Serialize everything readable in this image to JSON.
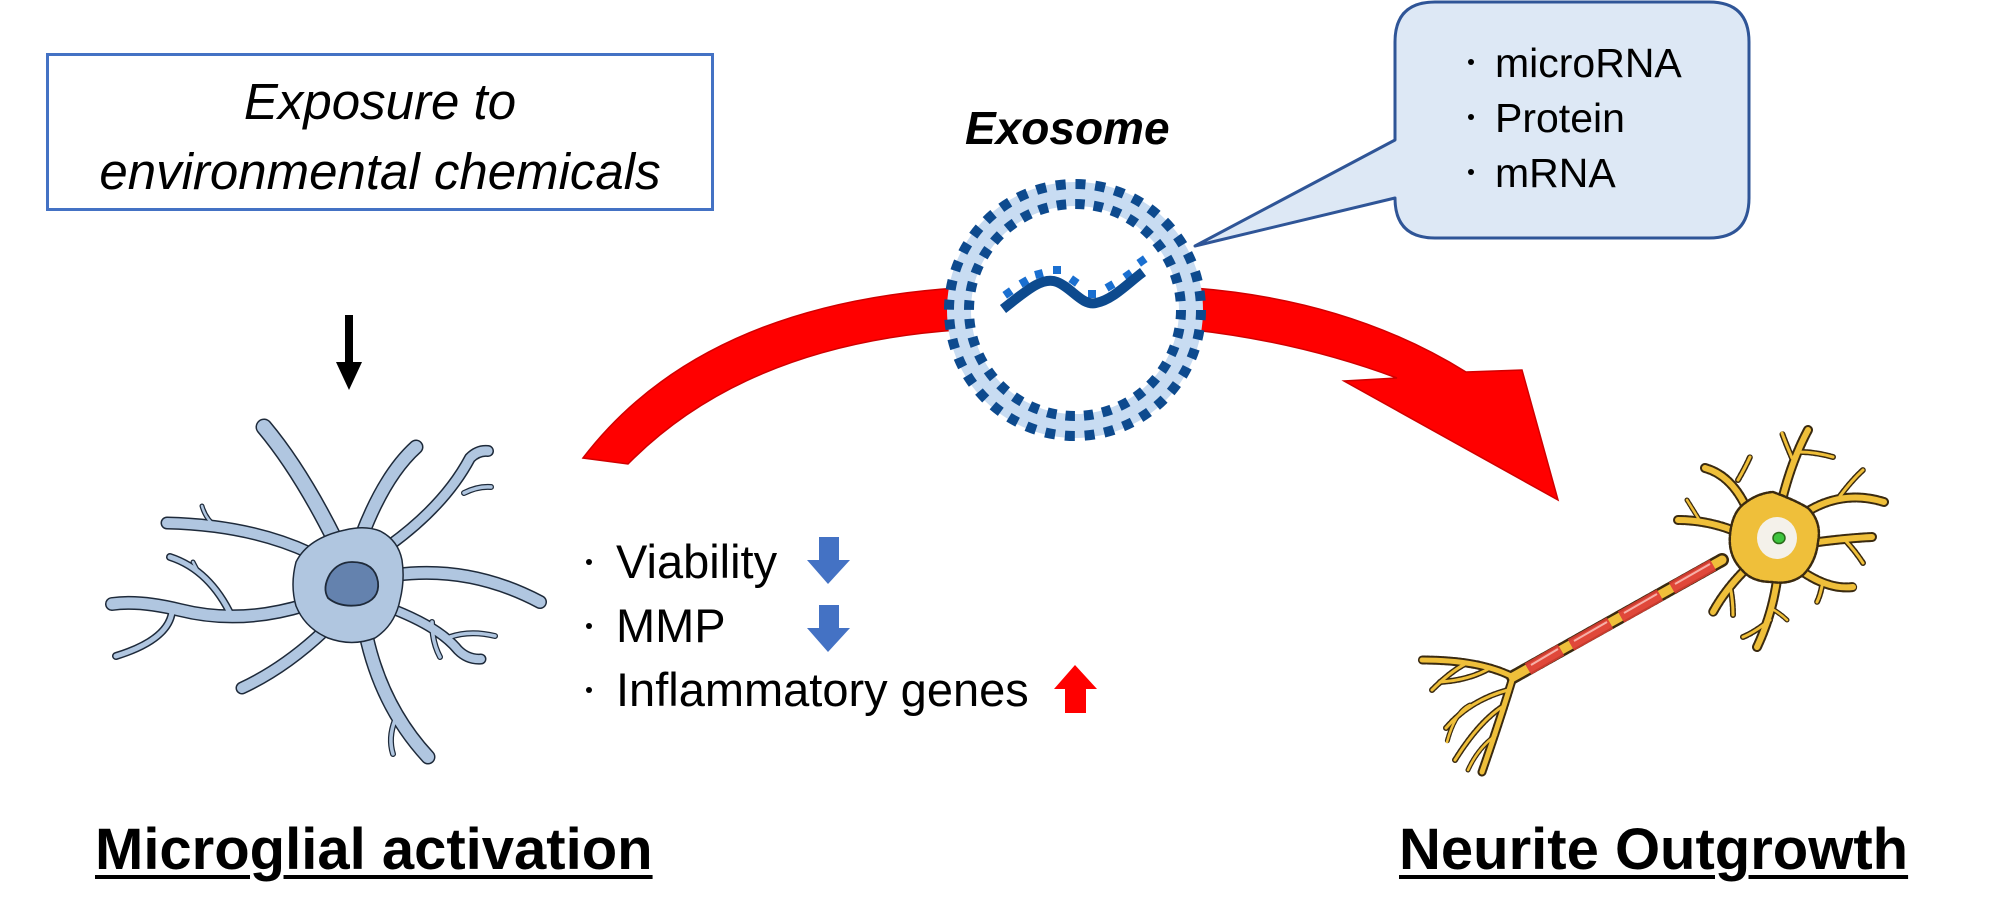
{
  "exposure": {
    "lines": [
      "Exposure to",
      "environmental chemicals"
    ],
    "border_color": "#4472c4"
  },
  "exosome": {
    "label": "Exosome",
    "membrane_color": "#0d4a8e",
    "band_color": "#c8dcf2"
  },
  "cargo_callout": {
    "items": [
      "microRNA",
      "Protein",
      "mRNA"
    ],
    "fill": "#dde8f5",
    "stroke": "#2f5597"
  },
  "effects": {
    "items": [
      {
        "label": "Viability",
        "direction": "down",
        "arrow_color": "#4472c4"
      },
      {
        "label": "MMP",
        "direction": "down",
        "arrow_color": "#4472c4"
      },
      {
        "label": "Inflammatory genes",
        "direction": "up",
        "arrow_color": "#ff0000"
      }
    ]
  },
  "flow_arrow": {
    "color": "#ff0000",
    "edge_color": "#d00000"
  },
  "cells": {
    "microglia": {
      "fill": "#b0c6e0",
      "nucleus": "#6482ae",
      "outline": "#1e2a3a"
    },
    "neuron": {
      "fill": "#efbf3a",
      "outline": "#3a2a10",
      "myelin": "#e0483a",
      "nucleolus": "#3ec43e"
    }
  },
  "titles": {
    "left": "Microglial activation",
    "right": "Neurite Outgrowth"
  }
}
